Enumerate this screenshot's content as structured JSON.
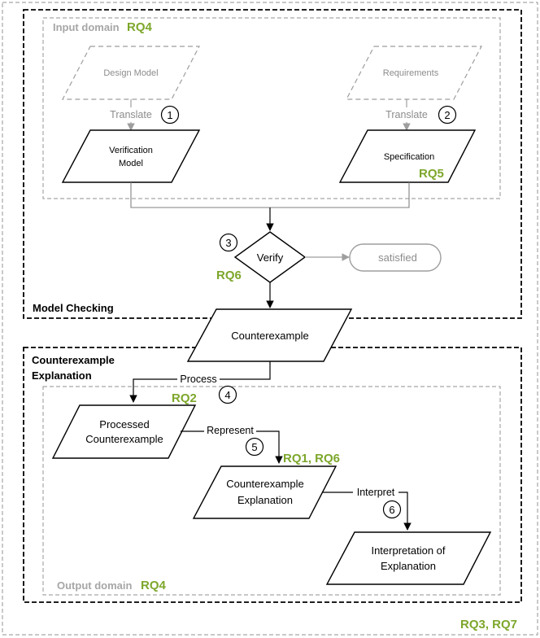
{
  "outer_label": "RQ3, RQ7",
  "model_checking": {
    "label": "Model Checking",
    "input_domain": {
      "label": "Input domain",
      "rq": "RQ4"
    },
    "design_model": "Design Model",
    "requirements": "Requirements",
    "translate_1": "Translate",
    "translate_2": "Translate",
    "verification_model": {
      "line1": "Verification",
      "line2": "Model"
    },
    "specification": {
      "label": "Specification",
      "rq": "RQ5"
    },
    "verify": {
      "label": "Verify",
      "rq": "RQ6"
    },
    "satisfied": "satisfied"
  },
  "counterexample": "Counterexample",
  "explanation_section": {
    "label_line1": "Counterexample",
    "label_line2": "Explanation",
    "process": {
      "label": "Process",
      "rq": "RQ2"
    },
    "processed": {
      "line1": "Processed",
      "line2": "Counterexample"
    },
    "represent": {
      "label": "Represent",
      "rq": "RQ1, RQ6"
    },
    "explanation_node": {
      "line1": "Counterexample",
      "line2": "Explanation"
    },
    "interpret": "Interpret",
    "interpretation": {
      "line1": "Interpretation of",
      "line2": "Explanation"
    },
    "output_domain": {
      "label": "Output domain",
      "rq": "RQ4"
    }
  },
  "steps": [
    "1",
    "2",
    "3",
    "4",
    "5",
    "6"
  ]
}
